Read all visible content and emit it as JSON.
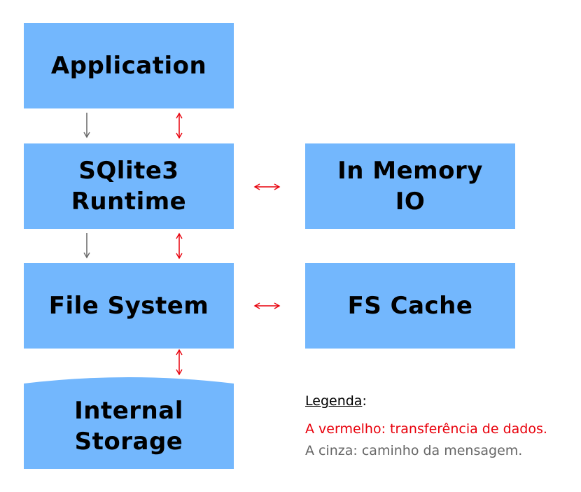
{
  "boxes": {
    "application": "Application",
    "sqlite": "SQlite3\nRuntime",
    "in_memory": "In Memory\nIO",
    "file_system": "File System",
    "fs_cache": "FS Cache",
    "storage": "Internal\nStorage"
  },
  "legend": {
    "title": "Legenda",
    "title_suffix": ":",
    "red_text": "A vermelho: transferência de dados.",
    "gray_text": "A cinza: caminho da mensagem."
  },
  "colors": {
    "box_fill": "#73b7fd",
    "red": "#e8000b",
    "gray": "#666666"
  }
}
